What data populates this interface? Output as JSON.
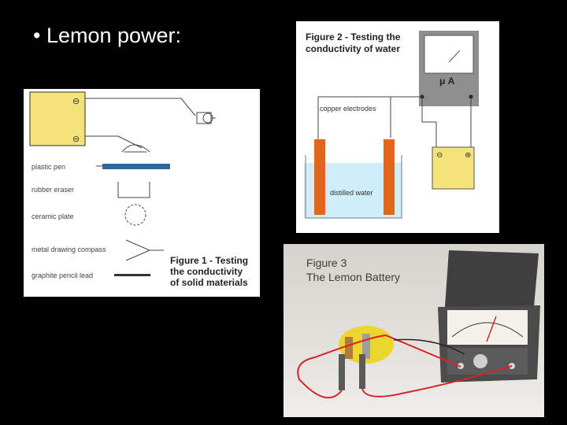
{
  "slide": {
    "title": "• Lemon power:"
  },
  "figure1": {
    "caption": [
      "Figure 1 - Testing",
      "the conductivity",
      "of solid materials"
    ],
    "items": [
      "plastic pen",
      "rubber eraser",
      "ceramic plate",
      "metal drawing compass",
      "graphite pencil lead"
    ],
    "meter_labels": [
      "⊖",
      "⊖"
    ]
  },
  "figure2": {
    "caption": [
      "Figure 2 - Testing the",
      "conductivity of water"
    ],
    "meter_label": "μ A",
    "electrodes_label": "copper electrodes",
    "water_label": "distilled water",
    "terminal_labels": [
      "⊖",
      "⊕"
    ]
  },
  "figure3": {
    "caption": [
      "Figure 3",
      "The Lemon Battery"
    ]
  },
  "colors": {
    "background": "#000000",
    "meter_yellow": "#f6e27a",
    "water_blue": "#cfeefa",
    "electrode_orange": "#e0661e",
    "plastic_pen_blue": "#2b6a9a"
  }
}
